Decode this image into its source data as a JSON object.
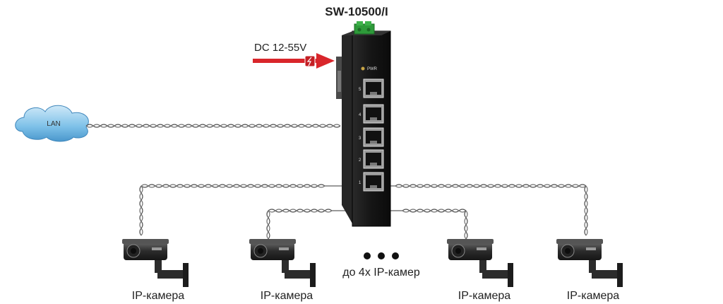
{
  "diagram": {
    "title": "SW-10500/I",
    "power_label": "DC 12-55V",
    "cloud_label": "LAN",
    "switch": {
      "pwr_label": "PWR",
      "port_numbers": [
        "5",
        "4",
        "3",
        "2",
        "1"
      ]
    },
    "cameras": [
      {
        "label": "IP-камера"
      },
      {
        "label": "IP-камера"
      },
      {
        "label": "IP-камера"
      },
      {
        "label": "IP-камера"
      }
    ],
    "more_label": "до 4х IP-камер",
    "colors": {
      "arrow": "#d9262b",
      "connector": "#2e9a3a",
      "switch_body": "#1a1a1a",
      "cloud": "#6fb6e3"
    }
  }
}
